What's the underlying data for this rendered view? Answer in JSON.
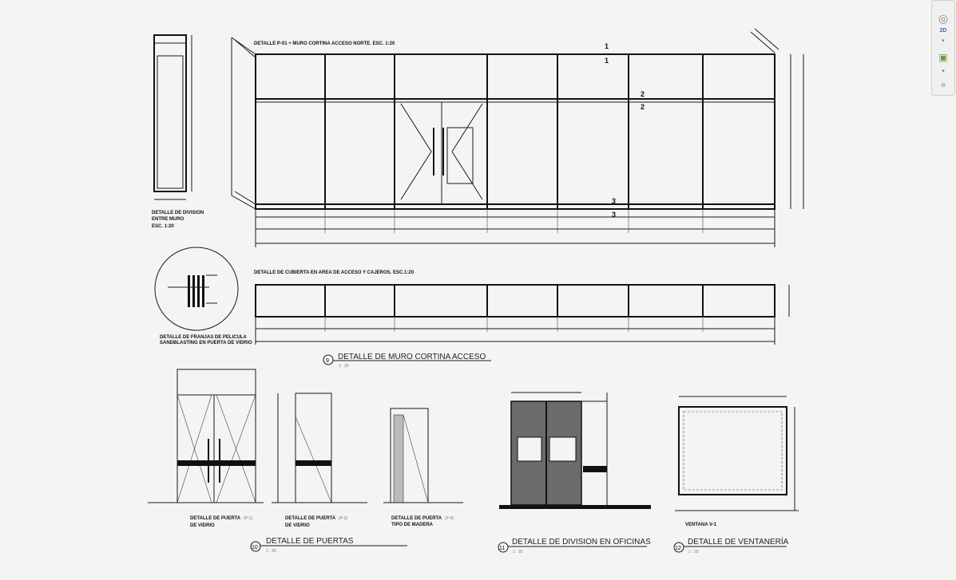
{
  "drawing": {
    "elevation_main_title": "DETALLE P-01 + MURO CORTINA ACCESO NORTE. ESC. 1:20",
    "division_label": [
      "DETALLE DE DIVISION",
      "ENTRE MURO",
      "ESC. 1:20"
    ],
    "cover_title": "DETALLE DE CUBIERTA EN AREA DE ACCESO Y CAJEROS. ESC.1:20",
    "film_label": [
      "DETALLE DE FRANJAS DE PELICULA",
      "SANDBLASTING EN PUERTA DE VIDRIO"
    ],
    "section_markers": [
      "1",
      "1",
      "2",
      "2",
      "3",
      "3"
    ],
    "door_p1_label": [
      "DETALLE DE PUERTA",
      "DE VIDRIO",
      "(P-1)"
    ],
    "door_p3_label": [
      "DETALLE DE PUERTA",
      "DE VIDRIO",
      "(P-3)"
    ],
    "door_p4_label": [
      "DETALLE DE PUERTA",
      "TIPO DE MADERA",
      "(P-4)"
    ],
    "window_label": "VENTANA V-1"
  },
  "views": [
    {
      "number": "9",
      "title": "DETALLE DE MURO CORTINA ACCESO",
      "scale": "1 : 20"
    },
    {
      "number": "10",
      "title": "DETALLE DE PUERTAS",
      "scale": "1 : 25"
    },
    {
      "number": "11",
      "title": "DETALLE DE DIVISION EN OFICINAS",
      "scale": "1 : 25"
    },
    {
      "number": "12",
      "title": "DETALLE DE VENTANERÍA",
      "scale": "1 : 25"
    }
  ],
  "navbar": {
    "view_mode": "2D",
    "orbit_icon": "view-cube-icon",
    "zoom_icon": "zoom-window-icon"
  },
  "colors": {
    "background": "#f4f4f4",
    "line": "#1a1a1a",
    "door_fill": "#6b6b6b"
  }
}
